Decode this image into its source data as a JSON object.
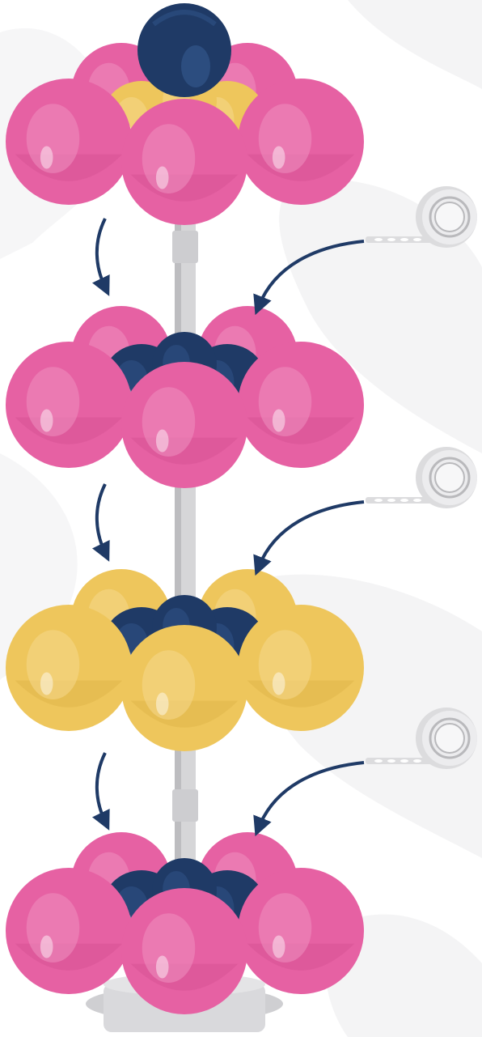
{
  "colors": {
    "background": "#ffffff",
    "background_blob": "#f4f4f5",
    "pink": "#e661a3",
    "pink_light": "#ef8fc0",
    "pink_dark": "#cf4a8c",
    "yellow": "#eec65c",
    "yellow_light": "#f5d98c",
    "yellow_dark": "#d6ab3e",
    "navy": "#1f3a66",
    "navy_light": "#2f5286",
    "pole": "#d6d6d8",
    "pole_shade": "#bdbdc0",
    "base": "#cfcfd2",
    "arrow": "#1f3a66",
    "tape": "#dcdcde",
    "tape_dark": "#b9b9bc"
  },
  "diagram": {
    "description_steps": [
      {
        "step": 1,
        "outer_color": "pink",
        "inner_color": "yellow",
        "top_balloon": "navy"
      },
      {
        "step": 2,
        "outer_color": "pink",
        "inner_color": "navy"
      },
      {
        "step": 3,
        "outer_color": "yellow",
        "inner_color": "navy"
      },
      {
        "step": 4,
        "outer_color": "pink",
        "inner_color": "navy"
      }
    ],
    "icons": [
      "balloon-cluster",
      "tape-roll-icon",
      "arrow-icon",
      "pole",
      "stand-base"
    ]
  }
}
